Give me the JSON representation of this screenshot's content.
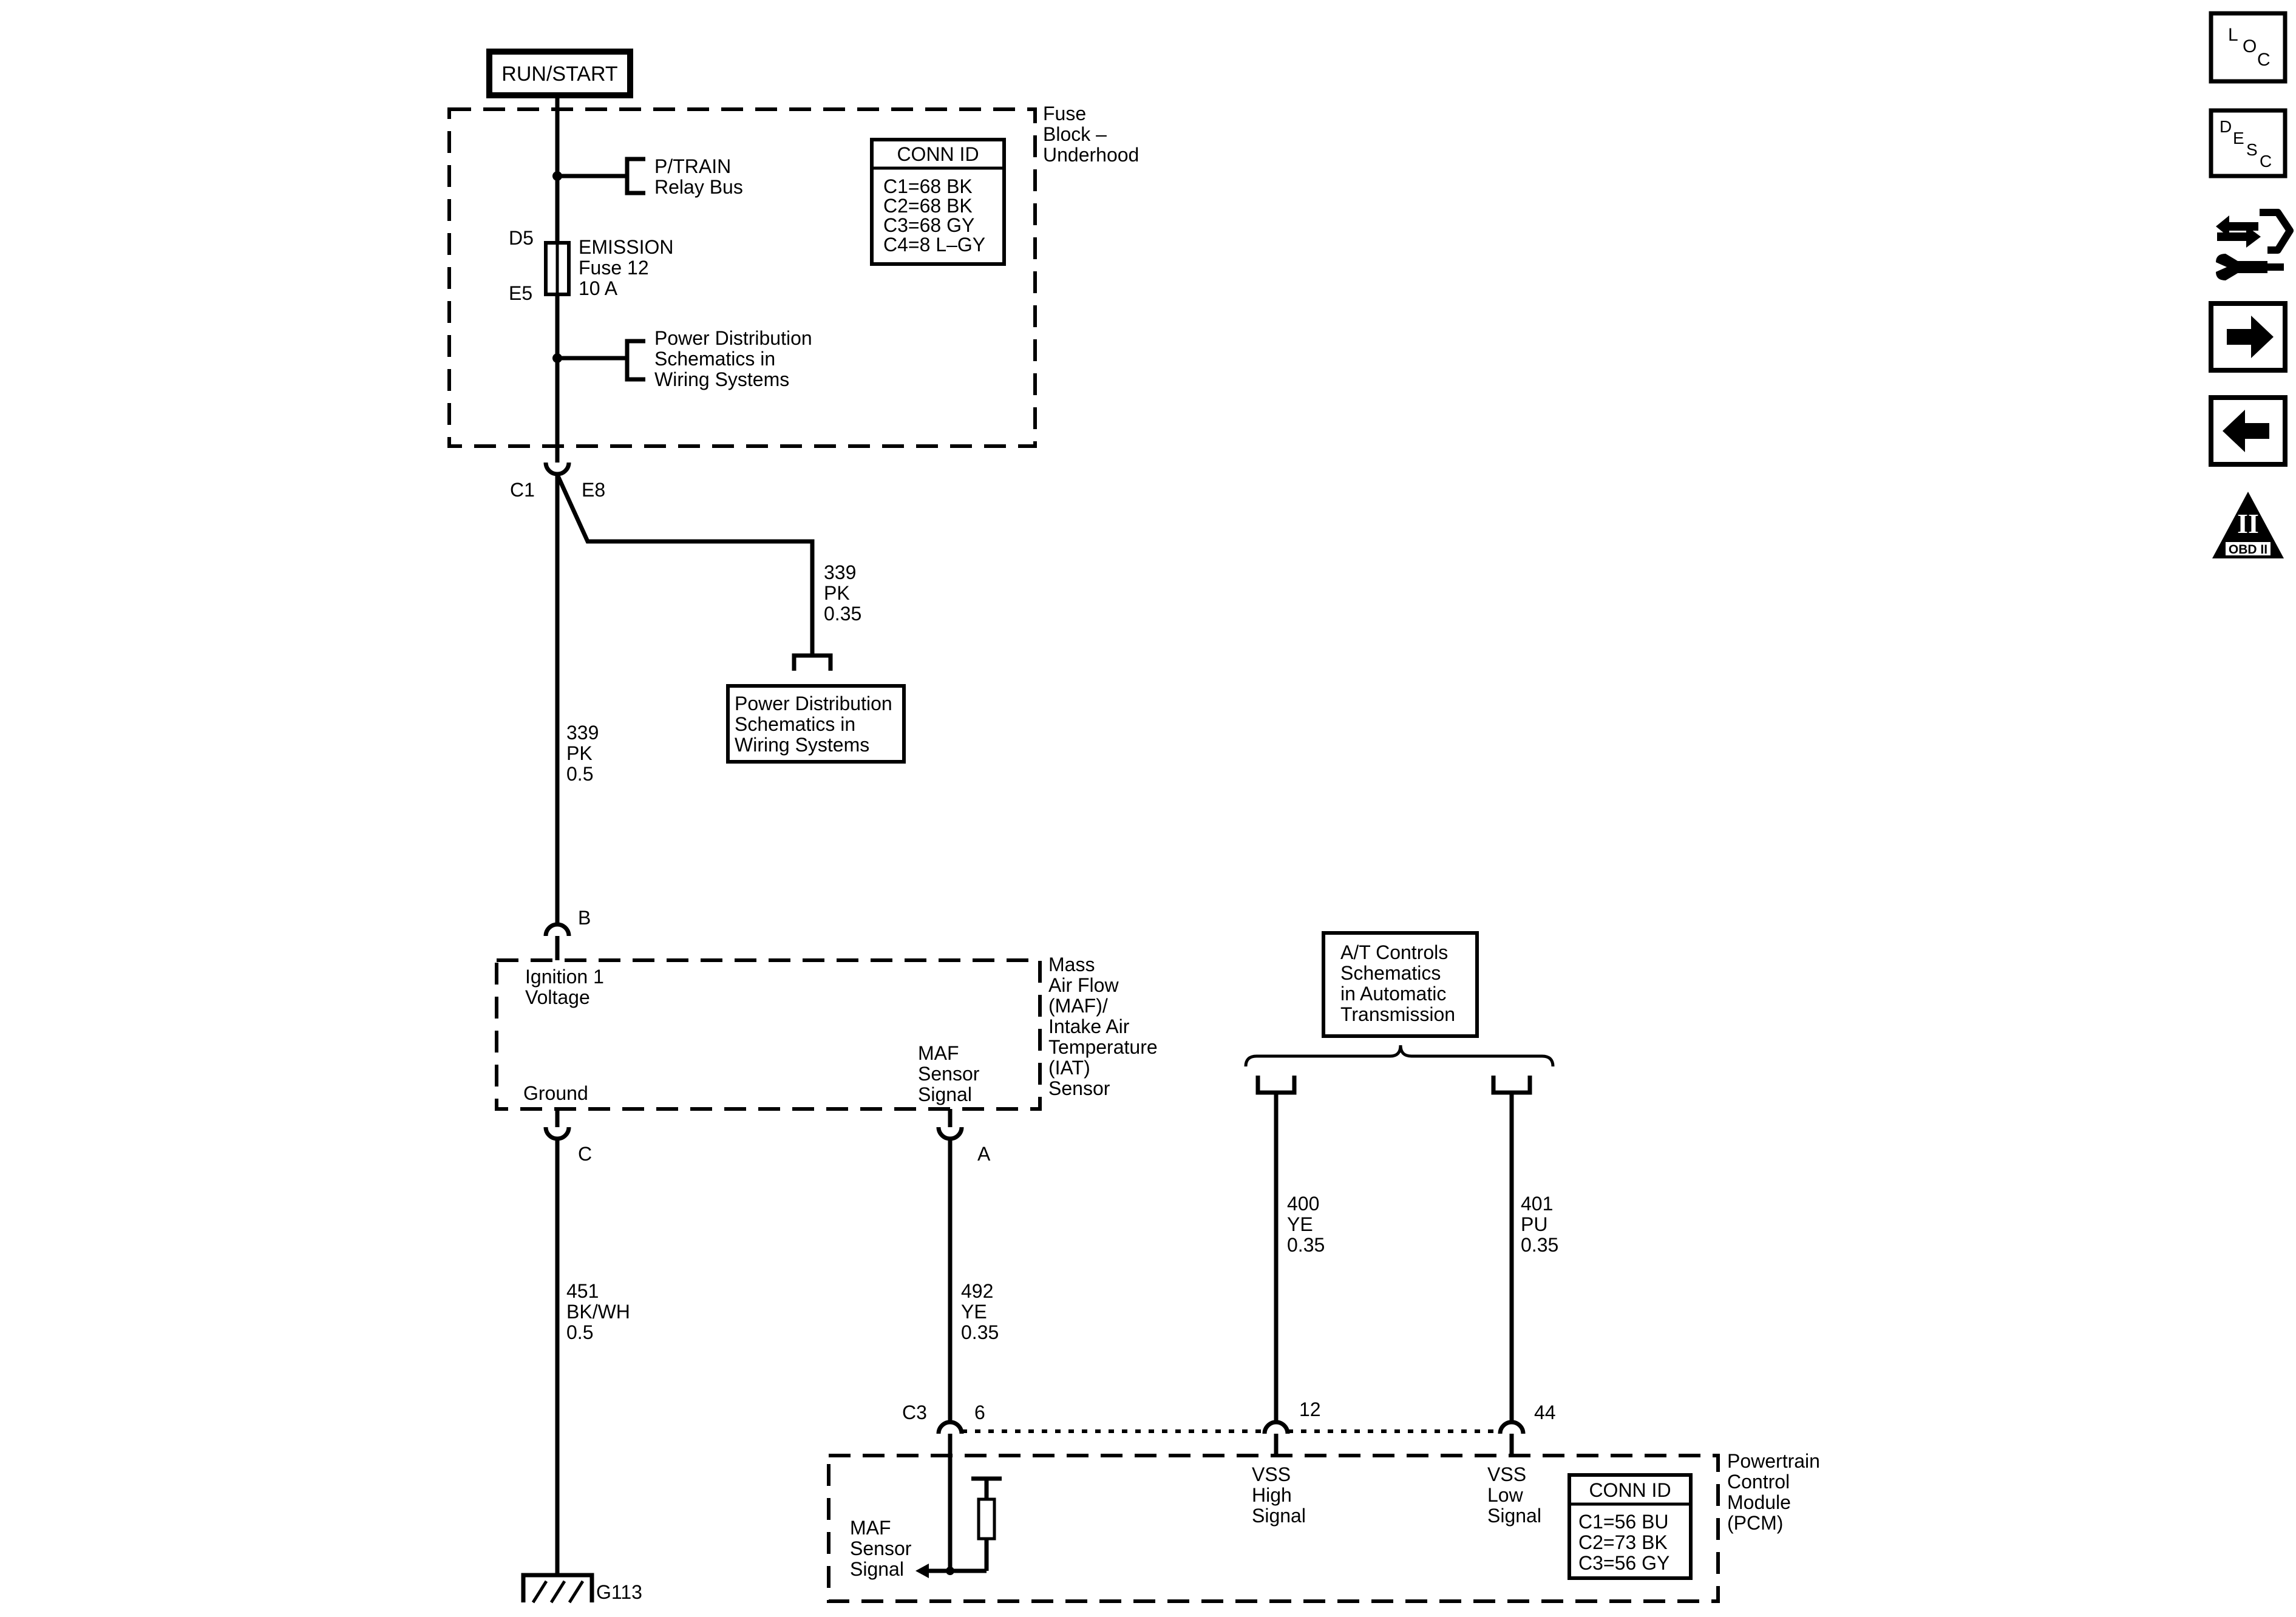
{
  "power_source": {
    "label": "RUN/START"
  },
  "fuse_block": {
    "name_lines": [
      "Fuse",
      "Block –",
      "Underhood"
    ],
    "ptrain_lines": [
      "P/TRAIN",
      "Relay Bus"
    ],
    "fuse_top_pin": "D5",
    "fuse_bottom_pin": "E5",
    "fuse_lines": [
      "EMISSION",
      "Fuse 12",
      "10 A"
    ],
    "power_dist_lines": [
      "Power Distribution",
      "Schematics in",
      "Wiring Systems"
    ],
    "conn_id_title": "CONN ID",
    "conn_id_lines": [
      "C1=68 BK",
      "C2=68 BK",
      "C3=68 GY",
      "C4=8 L–GY"
    ],
    "out_connector": "C1",
    "out_pin": "E8"
  },
  "branch_wire": {
    "circuit_lines": [
      "339",
      "PK",
      "0.35"
    ]
  },
  "power_dist_ref": {
    "lines": [
      "Power Distribution",
      "Schematics in",
      "Wiring Systems"
    ]
  },
  "main_wire": {
    "circuit_lines": [
      "339",
      "PK",
      "0.5"
    ]
  },
  "maf_sensor": {
    "pin_top": "B",
    "ignition_lines": [
      "Ignition 1",
      "Voltage"
    ],
    "ground_label": "Ground",
    "signal_lines": [
      "MAF",
      "Sensor",
      "Signal"
    ],
    "name_lines": [
      "Mass",
      "Air Flow",
      "(MAF)/",
      "Intake Air",
      "Temperature",
      "(IAT)",
      "Sensor"
    ],
    "pin_ground": "C",
    "pin_signal": "A"
  },
  "ground_wire": {
    "circuit_lines": [
      "451",
      "BK/WH",
      "0.5"
    ]
  },
  "ground_point": {
    "label": "G113"
  },
  "signal_wire": {
    "circuit_lines": [
      "492",
      "YE",
      "0.35"
    ]
  },
  "at_controls": {
    "lines": [
      "A/T Controls",
      "Schematics",
      "in Automatic",
      "Transmission"
    ]
  },
  "vss_high_wire": {
    "circuit_lines": [
      "400",
      "YE",
      "0.35"
    ]
  },
  "vss_low_wire": {
    "circuit_lines": [
      "401",
      "PU",
      "0.35"
    ]
  },
  "pcm": {
    "connector": "C3",
    "pin_maf": "6",
    "pin_vss_high": "12",
    "pin_vss_low": "44",
    "maf_lines": [
      "MAF",
      "Sensor",
      "Signal"
    ],
    "vss_high_lines": [
      "VSS",
      "High",
      "Signal"
    ],
    "vss_low_lines": [
      "VSS",
      "Low",
      "Signal"
    ],
    "name_lines": [
      "Powertrain",
      "Control",
      "Module",
      "(PCM)"
    ],
    "conn_id_title": "CONN ID",
    "conn_id_lines": [
      "C1=56 BU",
      "C2=73 BK",
      "C3=56 GY"
    ]
  },
  "nav": {
    "loc_letters": [
      "L",
      "O",
      "C"
    ],
    "desc_letters": [
      "D",
      "E",
      "S",
      "C"
    ],
    "obd_label": "OBD II",
    "obd_mark": "II"
  }
}
